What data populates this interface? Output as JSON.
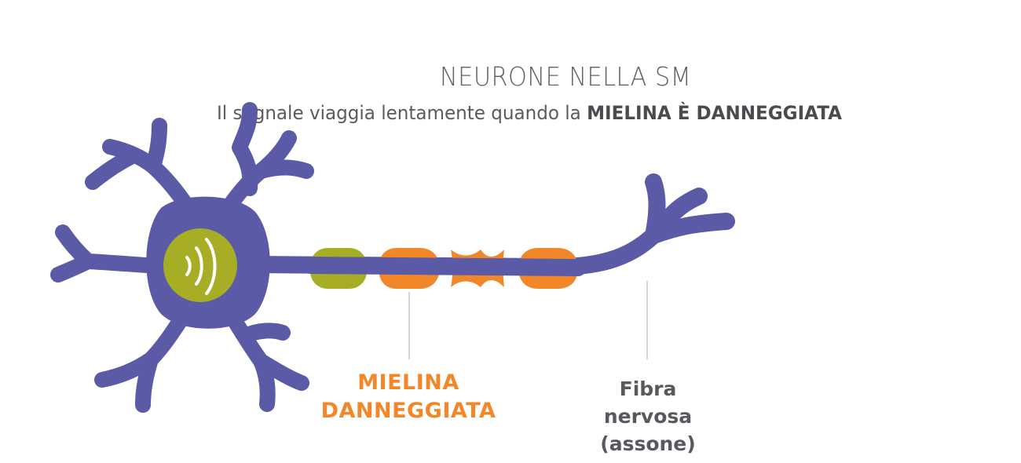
{
  "title": "NEURONE NELLA SM",
  "subtitle": {
    "prefix": "Il segnale viaggia lentamente quando la ",
    "emphasis": "MIELINA È DANNEGGIATA"
  },
  "labels": {
    "myelin": {
      "line1": "MIELINA",
      "line2": "DANNEGGIATA"
    },
    "axon": {
      "line1": "Fibra",
      "line2": "nervosa",
      "line3": "(assone)"
    }
  },
  "colors": {
    "neuron": "#5a5aa6",
    "nucleus": "#a7ad25",
    "healthy_myelin": "#a7ad25",
    "damaged_myelin": "#f2872a",
    "signal": "#ffffff",
    "leader_line": "#c8c8c8",
    "title_text": "#606066",
    "axon_label_text": "#58585e"
  },
  "icons": {
    "signal": "signal-waves-icon"
  }
}
